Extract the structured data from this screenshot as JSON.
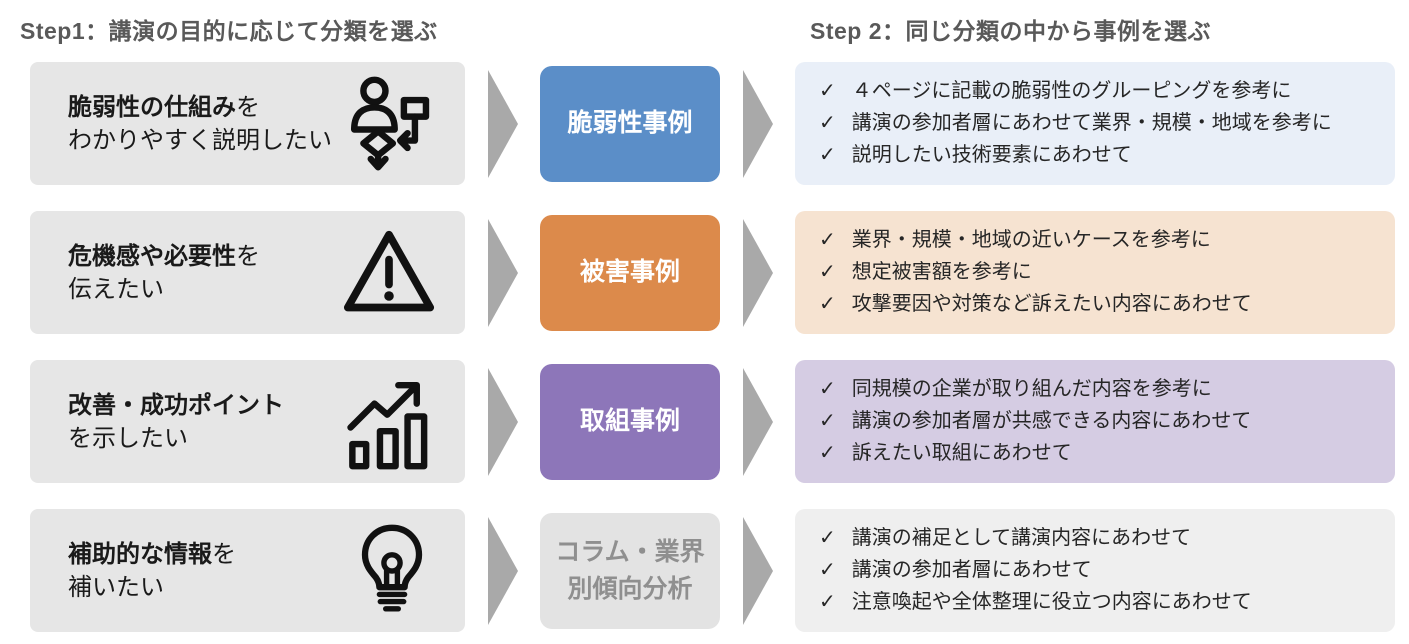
{
  "check_mark": "✓",
  "headers": {
    "step1": "Step1：講演の目的に応じて分類を選ぶ",
    "step2": "Step 2：同じ分類の中から事例を選ぶ"
  },
  "colors": {
    "header_text": "#595959",
    "purpose_box_bg": "#E6E6E6",
    "arrow": "#A9A9A9",
    "body_text": "#1A1A1A",
    "category_blue": "#5B8EC8",
    "category_orange": "#DC8A4B",
    "category_purple": "#8D76B9",
    "category_gray": "#E3E3E3"
  },
  "rows": [
    {
      "purpose_line1_bold": "脆弱性の仕組み",
      "purpose_line1_rest": "を",
      "purpose_line2": "わかりやすく説明したい",
      "icon": "person-flowchart",
      "category_label": "脆弱性事例",
      "category_bg": "#5B8EC8",
      "category_text_color": "#FFFFFF",
      "checklist_bg": "#E9EFF8",
      "checks": [
        "４ページに記載の脆弱性のグルーピングを参考に",
        "講演の参加者層にあわせて業界・規模・地域を参考に",
        "説明したい技術要素にあわせて"
      ]
    },
    {
      "purpose_line1_bold": "危機感や必要性",
      "purpose_line1_rest": "を",
      "purpose_line2": "伝えたい",
      "icon": "warning-triangle",
      "category_label": "被害事例",
      "category_bg": "#DC8A4B",
      "category_text_color": "#FFFFFF",
      "checklist_bg": "#F6E3D1",
      "checks": [
        "業界・規模・地域の近いケースを参考に",
        "想定被害額を参考に",
        "攻撃要因や対策など訴えたい内容にあわせて"
      ]
    },
    {
      "purpose_line1_bold": "改善・成功ポイント",
      "purpose_line1_rest": "",
      "purpose_line2": "を示したい",
      "icon": "growth-chart",
      "category_label": "コラム・業界別傾向分析",
      "category_label_row3": "取組事例",
      "category_bg": "#8D76B9",
      "category_text_color": "#FFFFFF",
      "checklist_bg": "#D5CCE3",
      "checks": [
        "同規模の企業が取り組んだ内容を参考に",
        "講演の参加者層が共感できる内容にあわせて",
        "訴えたい取組にあわせて"
      ]
    },
    {
      "purpose_line1_bold": "補助的な情報",
      "purpose_line1_rest": "を",
      "purpose_line2": "補いたい",
      "icon": "lightbulb",
      "category_label": "コラム・業界別傾向分析",
      "category_bg": "#E3E3E3",
      "category_text_color": "#8F8F8F",
      "checklist_bg": "#EFEFEF",
      "checks": [
        "講演の補足として講演内容にあわせて",
        "講演の参加者層にあわせて",
        "注意喚起や全体整理に役立つ内容にあわせて"
      ]
    }
  ]
}
